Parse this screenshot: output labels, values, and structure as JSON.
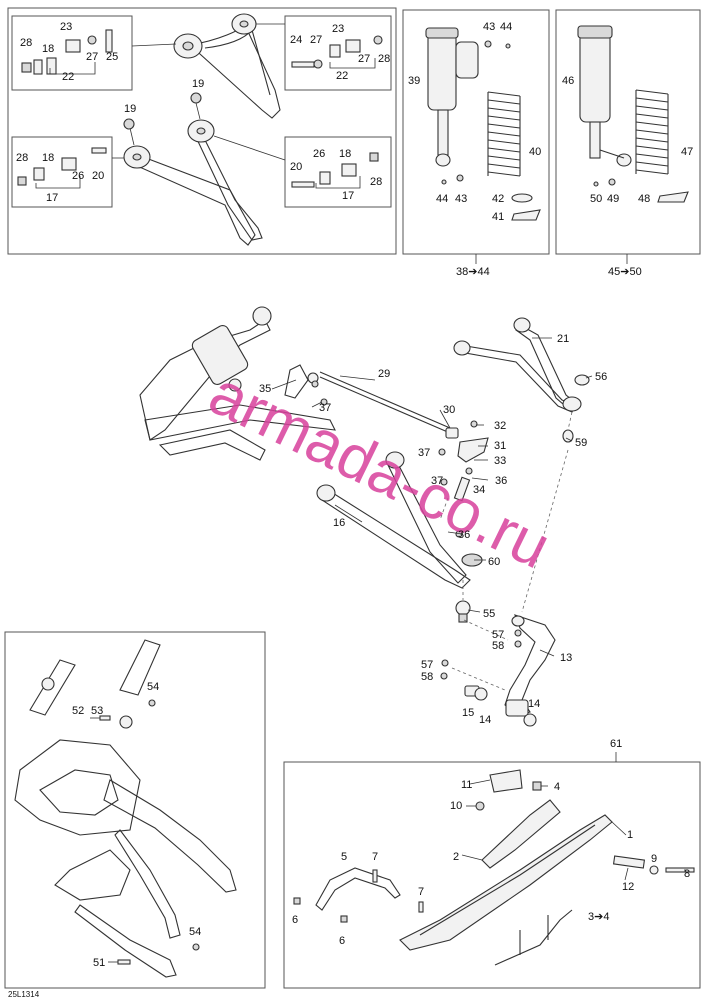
{
  "document_id": "25L1314",
  "watermark": "armada-co.ru",
  "callouts": {
    "p1": "1",
    "p2": "2",
    "p3_4": "3➔4",
    "p4": "4",
    "p5": "5",
    "p6a": "6",
    "p6b": "6",
    "p7a": "7",
    "p7b": "7",
    "p8": "8",
    "p9": "9",
    "p10": "10",
    "p11": "11",
    "p12": "12",
    "p13": "13",
    "p14a": "14",
    "p14b": "14",
    "p15": "15",
    "p16": "16",
    "p17a": "17",
    "p17b": "17",
    "p18a": "18",
    "p18b": "18",
    "p19a": "19",
    "p19b": "19",
    "p20a": "20",
    "p20b": "20",
    "p21": "21",
    "p22a": "22",
    "p22b": "22",
    "p23a": "23",
    "p23b": "23",
    "p24": "24",
    "p25": "25",
    "p26a": "26",
    "p26b": "26",
    "p27a": "27",
    "p27b": "27",
    "p28a": "28",
    "p28b": "28",
    "p28c": "28",
    "p28d": "28",
    "p29": "29",
    "p30": "30",
    "p31": "31",
    "p32": "32",
    "p33": "33",
    "p34": "34",
    "p35": "35",
    "p36a": "36",
    "p36b": "36",
    "p37a": "37",
    "p37b": "37",
    "p37c": "37",
    "p38_44": "38➔44",
    "p39": "39",
    "p40": "40",
    "p41": "41",
    "p42": "42",
    "p43a": "43",
    "p43b": "43",
    "p44a": "44",
    "p44b": "44",
    "p45_50": "45➔50",
    "p46": "46",
    "p47": "47",
    "p48": "48",
    "p49": "49",
    "p50": "50",
    "p51": "51",
    "p52": "52",
    "p53": "53",
    "p54a": "54",
    "p54b": "54",
    "p55": "55",
    "p56": "56",
    "p57a": "57",
    "p57b": "57",
    "p58a": "58",
    "p58b": "58",
    "p59": "59",
    "p60": "60",
    "p61": "61"
  }
}
